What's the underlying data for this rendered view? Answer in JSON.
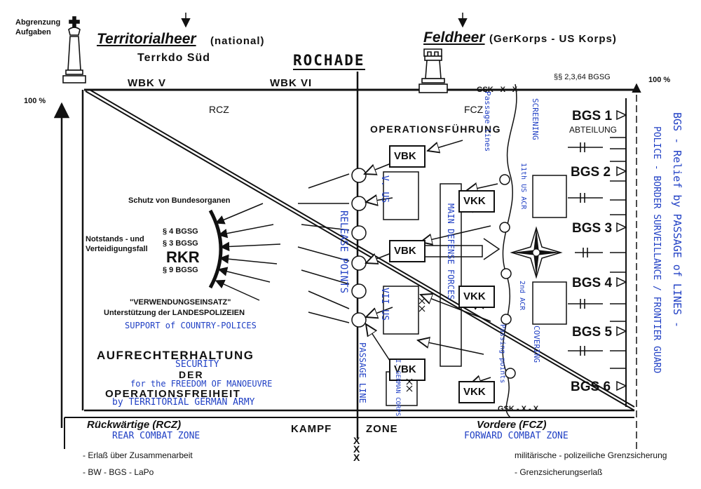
{
  "header": {
    "abgrenzung": "Abgrenzung",
    "aufgaben": "Aufgaben",
    "territorialheer": "Territorialheer",
    "national": "(national)",
    "terrkdo": "Terrkdo Süd",
    "feldheer": "Feldheer",
    "korps": "(GerKorps  -  US Korps)",
    "rochade": "ROCHADE",
    "bgsg_ref": "§§ 2,3,64 BGSG",
    "pct_left": "100 %",
    "pct_right": "100 %"
  },
  "zones": {
    "wbk5": "WBK V",
    "wbk6": "WBK VI",
    "rcz": "RCZ",
    "fcz": "FCZ",
    "gsk_top": "GSK - X - X",
    "gsk_bottom": "GSK - X - X",
    "operations": "OPERATIONSFÜHRUNG",
    "abteilung": "ABTEILUNG"
  },
  "rkr": {
    "label": "RKR",
    "schutz": "Schutz von Bundesorganen",
    "notstand1": "Notstands - und",
    "notstand2": "Verteidigungsfall",
    "p4": "§ 4 BGSG",
    "p3": "§ 3 BGSG",
    "p9": "§ 9 BGSG",
    "verwendung": "\"VERWENDUNGSEINSATZ\"",
    "unterstuetzung": "Unterstützung der LANDESPOLIZEIEN",
    "support": "SUPPORT of COUNTRY-POLICES"
  },
  "aufrecht": {
    "line1": "AUFRECHTERHALTUNG",
    "security": "SECURITY",
    "der": "DER",
    "freedom": "for the FREEDOM OF MANOEUVRE",
    "line3": "OPERATIONSFREIHEIT",
    "by": "by   TERRITORIAL GERMAN ARMY"
  },
  "boxes": {
    "vbk": "VBK",
    "vkk": "VKK"
  },
  "bgs": [
    "BGS 1",
    "BGS 2",
    "BGS 3",
    "BGS 4",
    "BGS 5",
    "BGS 6"
  ],
  "handwriting": {
    "us5": "V. US",
    "us7": "VII US",
    "ger": "I. GERMAN CORPS",
    "main_def": "MAIN DEFENSE FORCES",
    "release": "RELEASE POINTS",
    "passage_line": "PASSAGE LINE",
    "passage_lines": "Passage lines",
    "screening": "SCREENING",
    "eleventh": "11th US ACR",
    "second": "2nd ACR",
    "passing": "Passing points",
    "covering": "COVERING",
    "bgs_relief": "BGS - Relief by PASSAGE of LINES -",
    "police_border": "POLICE - BORDER SURVEILLANCE / FRONTIER GUARD"
  },
  "bottom": {
    "rcz_label": "Rückwärtige (RCZ)",
    "rear": "REAR  COMBAT ZONE",
    "kampf": "KAMPF",
    "zone": "ZONE",
    "fcz_label": "Vordere (FCZ)",
    "forward": "FORWARD COMBAT ZONE",
    "erlass": "- Erlaß über Zusammenarbeit",
    "bw": "- BW - BGS - LaPo",
    "militaer": "militärische - polizeiliche Grenzsicherung",
    "grenz": "- Grenzsicherungserlaß",
    "xxx": "XXX"
  },
  "colors": {
    "ink": "#111111",
    "pen": "#1f3fc4"
  },
  "icons": [
    "king-icon",
    "rook-icon",
    "compass-rose-icon"
  ]
}
